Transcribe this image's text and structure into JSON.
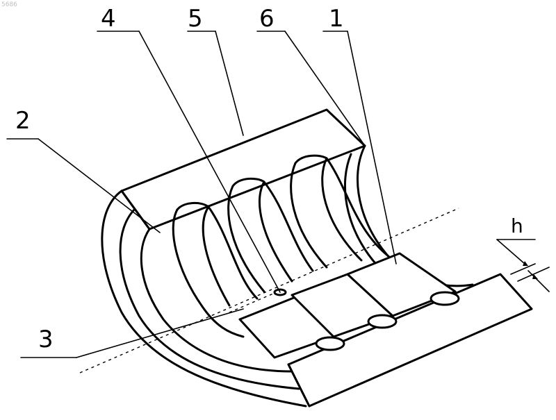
{
  "watermark": "5686",
  "labels": {
    "l1": "1",
    "l2": "2",
    "l3": "3",
    "l4": "4",
    "l5": "5",
    "l6": "6",
    "h": "h"
  }
}
